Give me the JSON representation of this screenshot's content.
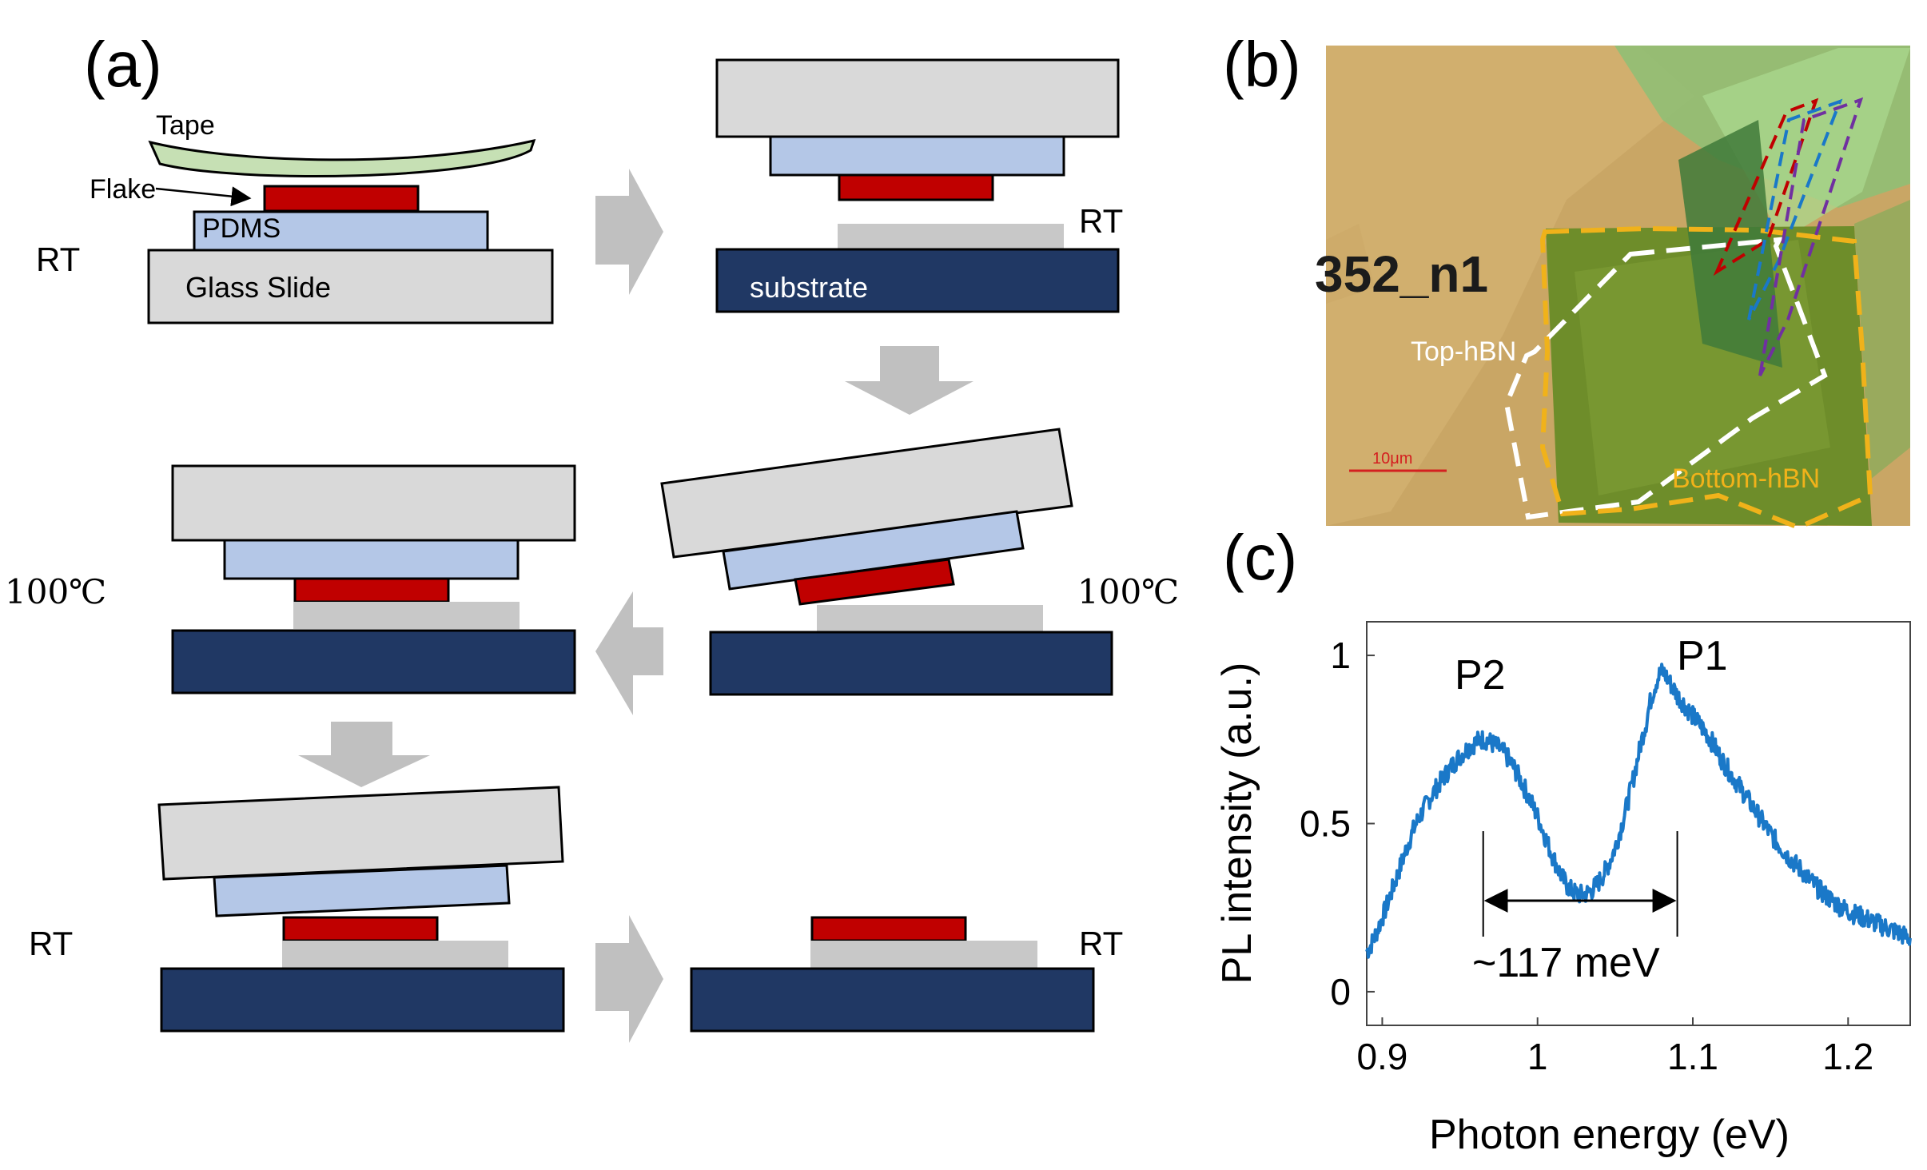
{
  "panels": {
    "a_label": "(a)",
    "b_label": "(b)",
    "c_label": "(c)"
  },
  "schematic": {
    "tape": "Tape",
    "flake": "Flake",
    "pdms": "PDMS",
    "glass_slide": "Glass Slide",
    "substrate": "substrate",
    "temp_rt": "RT",
    "temp_100": "100℃"
  },
  "micrograph": {
    "sample_id": "352_n1",
    "top_hbn": "Top-hBN",
    "bottom_hbn": "Bottom-hBN",
    "scale_bar": "10μm"
  },
  "chart_data": {
    "type": "line",
    "xlabel": "Photon energy (eV)",
    "ylabel": "PL intensity (a.u.)",
    "xlim": [
      0.89,
      1.24
    ],
    "ylim": [
      -0.1,
      1.1
    ],
    "xticks": [
      0.9,
      1.0,
      1.1,
      1.2
    ],
    "xtick_labels": [
      "0.9",
      "1",
      "1.1",
      "1.2"
    ],
    "yticks": [
      0,
      0.5,
      1
    ],
    "ytick_labels": [
      "0",
      "0.5",
      "1"
    ],
    "series": [
      {
        "color": "#1a78c8",
        "x": [
          0.89,
          0.9,
          0.91,
          0.92,
          0.93,
          0.94,
          0.95,
          0.96,
          0.965,
          0.97,
          0.98,
          0.99,
          1.0,
          1.01,
          1.02,
          1.03,
          1.04,
          1.05,
          1.06,
          1.07,
          1.075,
          1.08,
          1.085,
          1.09,
          1.1,
          1.11,
          1.12,
          1.13,
          1.14,
          1.15,
          1.16,
          1.17,
          1.18,
          1.19,
          1.2,
          1.21,
          1.22,
          1.23,
          1.24
        ],
        "y": [
          0.12,
          0.22,
          0.35,
          0.48,
          0.57,
          0.64,
          0.7,
          0.74,
          0.75,
          0.74,
          0.7,
          0.62,
          0.52,
          0.4,
          0.31,
          0.29,
          0.33,
          0.43,
          0.6,
          0.8,
          0.9,
          0.95,
          0.92,
          0.88,
          0.82,
          0.76,
          0.68,
          0.61,
          0.54,
          0.47,
          0.41,
          0.36,
          0.31,
          0.27,
          0.24,
          0.22,
          0.2,
          0.18,
          0.16
        ]
      }
    ],
    "annotations": {
      "peak1": "P1",
      "peak2": "P2",
      "separation": "~117 meV",
      "marker_x": [
        0.965,
        1.09
      ]
    }
  }
}
